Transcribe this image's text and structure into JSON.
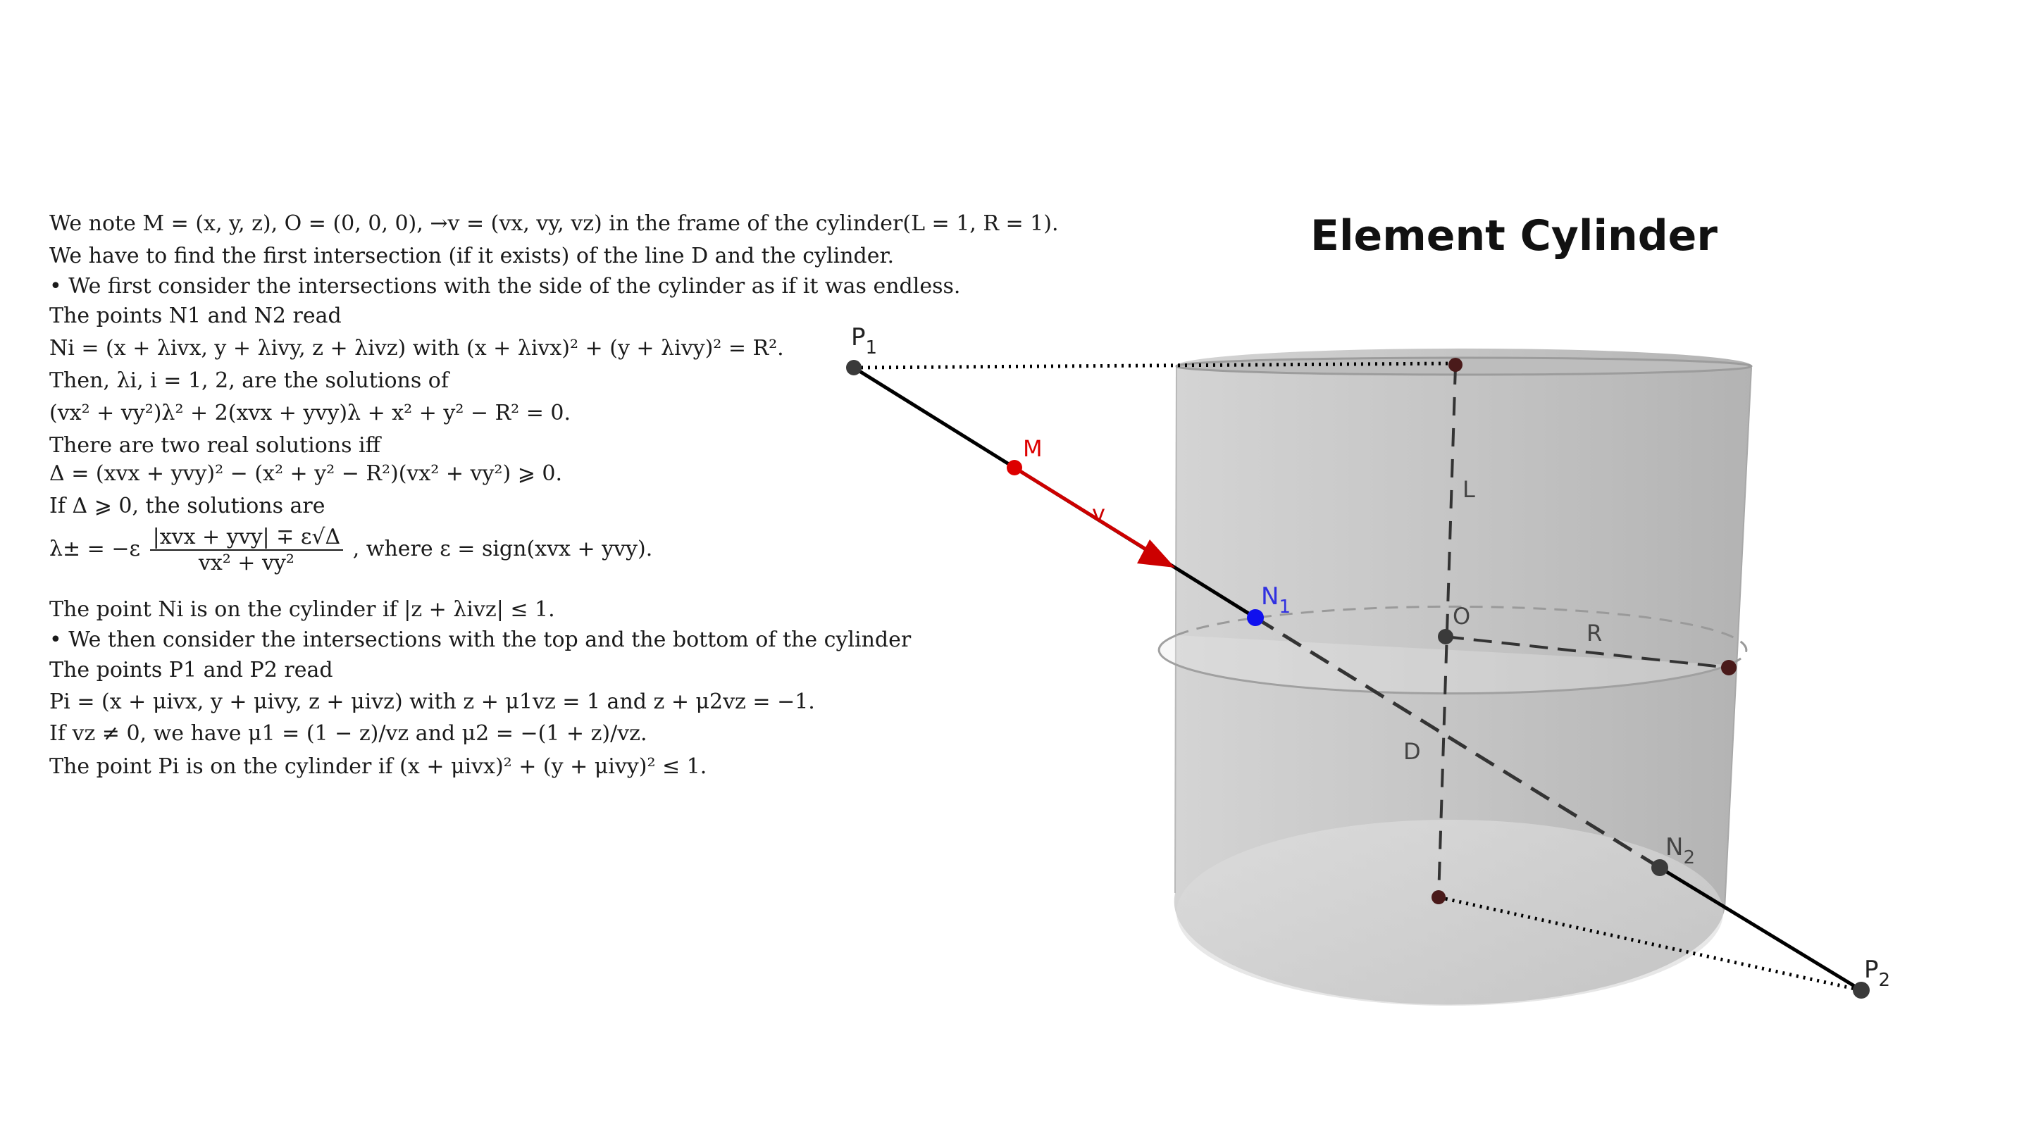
{
  "title": "Element Cylinder",
  "lines": [
    "We note M = (x, y, z), O = (0, 0, 0), →v = (vx, vy, vz) in the frame of the cylinder(L = 1, R = 1).",
    "We have to find the first intersection (if it exists) of the line D and the cylinder.",
    "• We first consider the intersections with the side of the cylinder  as if it was endless.",
    "The points N1 and N2 read",
    "Ni = (x + λivx, y + λivy, z + λivz) with (x + λivx)² + (y + λivy)² = R².",
    "Then,  λi, i = 1, 2,  are the solutions of",
    "(vx² + vy²)λ² + 2(xvx + yvy)λ + x² + y² − R² = 0.",
    "There are two real solutions iff",
    "Δ = (xvx + yvy)² − (x² + y² − R²)(vx² + vy²) ⩾ 0.",
    "If Δ ⩾ 0,  the solutions are",
    "The point Ni is on the cylinder if |z + λivz| ≤ 1.",
    "• We then consider the intersections with the top and the bottom of the cylinder",
    "The points P1 and P2 read",
    "Pi = (x + μivx, y + μivy, z + μivz) with z + μ1vz = 1 and z + μ2vz = −1.",
    "If vz ≠ 0,  we have μ1 = (1 − z)/vz and μ2 = −(1 + z)/vz.",
    "The point Pi is on the cylinder if (x + μivx)² + (y + μivy)² ≤ 1."
  ],
  "formula": {
    "lhs": "λ± = −ε",
    "numerator": "|xvx + yvy| ∓ ε√Δ",
    "denominator": "vx² + vy²",
    "rhs": ",  where ε = sign(xvx + yvy)."
  },
  "figure": {
    "points": {
      "P1": "P",
      "P1_sub": "1",
      "P2": "P",
      "P2_sub": "2",
      "N1": "N",
      "N1_sub": "1",
      "N2": "N",
      "N2_sub": "2",
      "M": "M",
      "O": "O"
    },
    "labels": {
      "v": "v",
      "L": "L",
      "R": "R",
      "D": "D"
    },
    "colors": {
      "M": "#dd0000",
      "vector": "#cc0000",
      "N1": "#1010ee",
      "point": "#3a3a3a",
      "foot_point": "#4a1a1a",
      "line": "#000000",
      "cylinder_fill": "#c8c8c8"
    }
  }
}
